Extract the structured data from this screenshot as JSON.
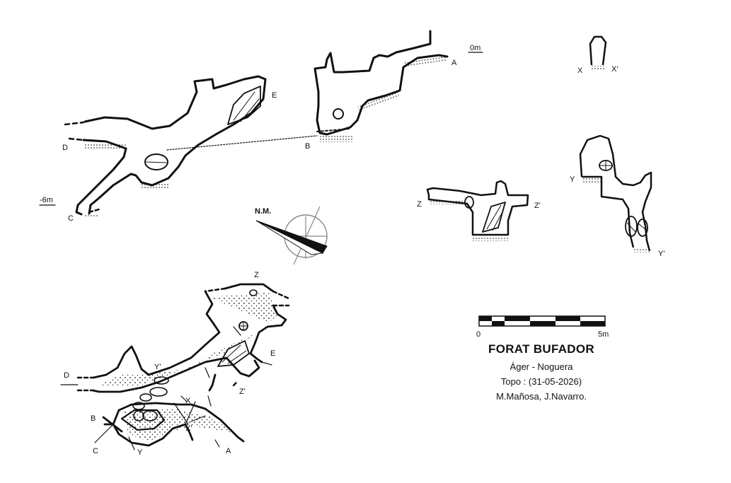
{
  "title": "FORAT BUFADOR",
  "location": "Áger - Noguera",
  "survey_date": "Topo : (31-05-2026)",
  "authors": "M.Mañosa, J.Navarro.",
  "north_label": "N.M.",
  "scale": {
    "start_label": "0",
    "end_label": "5m"
  },
  "elevation_profile": {
    "depth_labels": [
      "0m",
      "-6m"
    ],
    "station_labels": [
      "A",
      "B",
      "C",
      "D",
      "E"
    ]
  },
  "cross_sections": [
    {
      "left": "X",
      "right": "X'"
    },
    {
      "left": "Y",
      "right": "Y'"
    },
    {
      "left": "Z",
      "right": "Z'"
    }
  ],
  "plan_view": {
    "station_labels": [
      "A",
      "B",
      "C",
      "D",
      "E",
      "X",
      "X'",
      "Y",
      "Y'",
      "Z",
      "Z'"
    ]
  },
  "colors": {
    "ink": "#111111",
    "paper": "#ffffff"
  }
}
